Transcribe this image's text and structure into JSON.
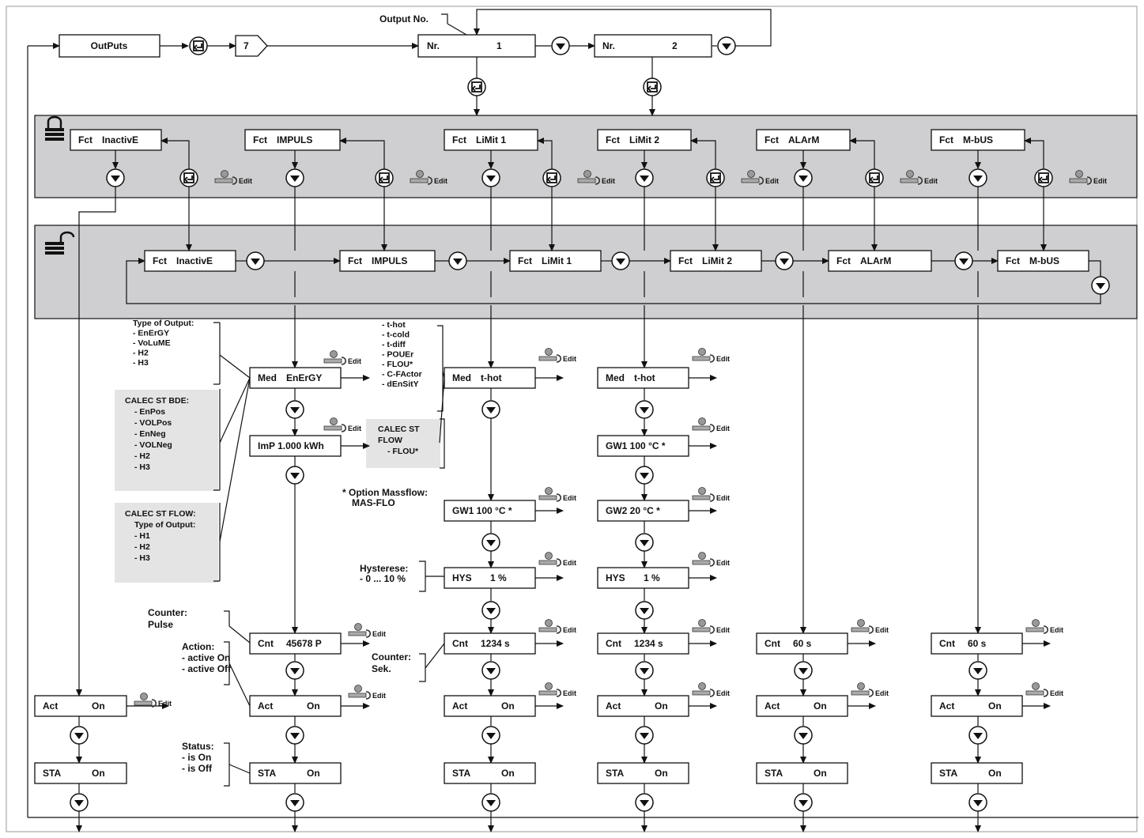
{
  "top": {
    "outputs": "OutPuts",
    "seven": "7",
    "output_no": "Output No.",
    "nr1_label": "Nr.",
    "nr1_value": "1",
    "nr2_label": "Nr.",
    "nr2_value": "2"
  },
  "edit": "Edit",
  "fct": {
    "prefix": "Fct",
    "inactive": "InactivE",
    "impuls": "IMPULS",
    "limit1": "LiMit 1",
    "limit2": "LiMit 2",
    "alarm": "ALArM",
    "mbus": "M-bUS"
  },
  "col_inactive": {
    "act_label": "Act",
    "act_value": "On",
    "sta_label": "STA",
    "sta_value": "On"
  },
  "col_impuls": {
    "med_label": "Med",
    "med_value": "EnErGY",
    "imp": "ImP 1.000 kWh",
    "cnt_label": "Cnt",
    "cnt_value": "45678 P",
    "act_label": "Act",
    "act_value": "On",
    "sta_label": "STA",
    "sta_value": "On"
  },
  "col_limit1": {
    "med_label": "Med",
    "med_value": "t-hot",
    "gw1": "GW1  100 °C *",
    "hys_label": "HYS",
    "hys_value": "1 %",
    "cnt_label": "Cnt",
    "cnt_value": "1234 s",
    "act_label": "Act",
    "act_value": "On",
    "sta_label": "STA",
    "sta_value": "On"
  },
  "col_limit2": {
    "med_label": "Med",
    "med_value": "t-hot",
    "gw1": "GW1  100 °C *",
    "gw2": "GW2   20 °C *",
    "hys_label": "HYS",
    "hys_value": "1 %",
    "cnt_label": "Cnt",
    "cnt_value": "1234 s",
    "act_label": "Act",
    "act_value": "On",
    "sta_label": "STA",
    "sta_value": "On"
  },
  "col_alarm": {
    "cnt_label": "Cnt",
    "cnt_value": "60 s",
    "act_label": "Act",
    "act_value": "On",
    "sta_label": "STA",
    "sta_value": "On"
  },
  "col_mbus": {
    "cnt_label": "Cnt",
    "cnt_value": "60 s",
    "act_label": "Act",
    "act_value": "On",
    "sta_label": "STA",
    "sta_value": "On"
  },
  "notes": {
    "type_output": [
      "Type of Output:",
      "- EnErGY",
      "- VoLuME",
      "- H2",
      "- H3"
    ],
    "bde": [
      "CALEC ST BDE:",
      "- EnPos",
      "- VOLPos",
      "- EnNeg",
      "- VOLNeg",
      "- H2",
      "- H3"
    ],
    "flow": [
      "CALEC ST FLOW:",
      "Type of Output:",
      "- H1",
      "- H2",
      "- H3"
    ],
    "med_list": [
      "- t-hot",
      "- t-cold",
      "- t-diff",
      "- POUEr",
      "- FLOU*",
      "- C-FActor",
      "- dEnSitY"
    ],
    "calec_flow": [
      "CALEC ST",
      "FLOW",
      "- FLOU*"
    ],
    "option_massflow": [
      "* Option Massflow:",
      "MAS-FLO"
    ],
    "hysterese": [
      "Hysterese:",
      "- 0 ... 10 %"
    ],
    "counter_pulse": [
      "Counter:",
      "Pulse"
    ],
    "action": [
      "Action:",
      "- active On",
      "- active Off"
    ],
    "counter_sek": [
      "Counter:",
      "Sek."
    ],
    "status": [
      "Status:",
      "- is On",
      "- is Off"
    ]
  }
}
